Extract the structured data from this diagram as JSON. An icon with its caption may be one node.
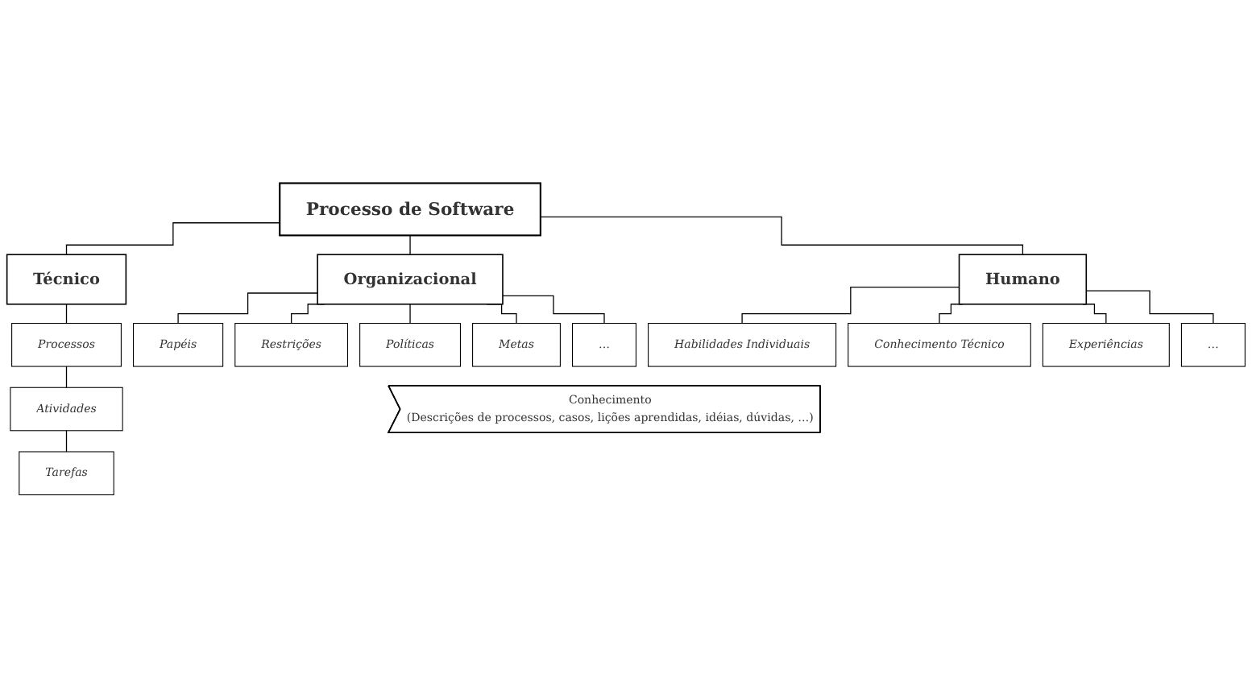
{
  "diagram": {
    "nodes": [
      {
        "text": [
          "Processo de Software"
        ]
      },
      {
        "text": [
          "Técnico"
        ]
      },
      {
        "text": [
          "Organizacional"
        ]
      },
      {
        "text": [
          "Humano"
        ]
      },
      {
        "text": [
          "Processos"
        ]
      },
      {
        "text": [
          "Atividades"
        ]
      },
      {
        "text": [
          "Tarefas"
        ]
      },
      {
        "text": [
          "Papéis"
        ]
      },
      {
        "text": [
          "Restrições"
        ]
      },
      {
        "text": [
          "Políticas"
        ]
      },
      {
        "text": [
          "Metas"
        ]
      },
      {
        "text": [
          "…"
        ]
      },
      {
        "text": [
          "Habilidades Individuais"
        ]
      },
      {
        "text": [
          "Conhecimento Técnico"
        ]
      },
      {
        "text": [
          "Experiências"
        ]
      },
      {
        "text": [
          "…"
        ]
      },
      {
        "text": [
          "Conhecimento",
          "(Descrições de processos, casos, lições aprendidas, idéias, dúvidas, …)"
        ]
      }
    ],
    "edges": [
      {
        "from": 0,
        "to": 1,
        "arrow": "none"
      },
      {
        "from": 0,
        "to": 2,
        "arrow": "none"
      },
      {
        "from": 0,
        "to": 3,
        "arrow": "none"
      },
      {
        "from": 1,
        "to": 4,
        "arrow": "none"
      },
      {
        "from": 4,
        "to": 5,
        "arrow": "none"
      },
      {
        "from": 5,
        "to": 6,
        "arrow": "none"
      },
      {
        "from": 2,
        "to": 7,
        "arrow": "none"
      },
      {
        "from": 2,
        "to": 8,
        "arrow": "none"
      },
      {
        "from": 2,
        "to": 9,
        "arrow": "none"
      },
      {
        "from": 2,
        "to": 10,
        "arrow": "none"
      },
      {
        "from": 2,
        "to": 11,
        "arrow": "none"
      },
      {
        "from": 3,
        "to": 12,
        "arrow": "none"
      },
      {
        "from": 3,
        "to": 13,
        "arrow": "none"
      },
      {
        "from": 3,
        "to": 14,
        "arrow": "none"
      },
      {
        "from": 3,
        "to": 15,
        "arrow": "none"
      }
    ]
  }
}
